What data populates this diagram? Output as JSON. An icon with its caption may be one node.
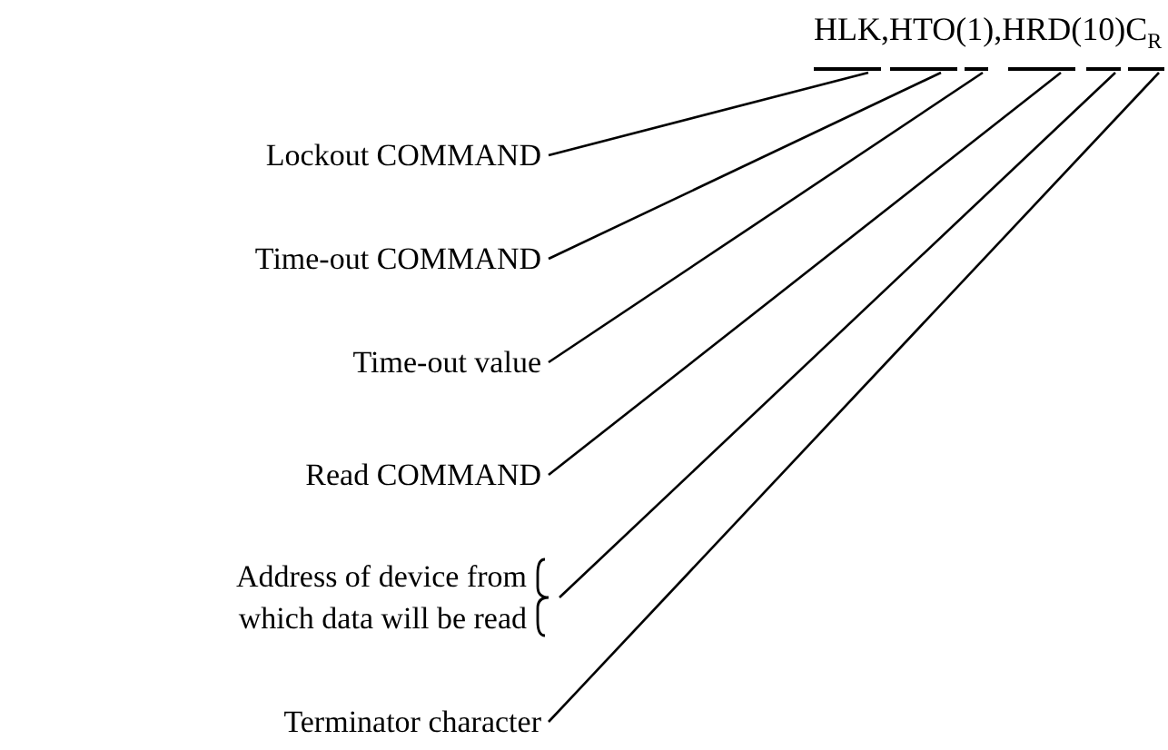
{
  "diagram": {
    "nodes": [
      {
        "text": [],
        "shape": "bar"
      },
      {
        "text": [],
        "shape": "bar"
      },
      {
        "text": [],
        "shape": "bar"
      },
      {
        "text": [],
        "shape": "bar"
      },
      {
        "text": [],
        "shape": "bar"
      },
      {
        "text": [],
        "shape": "bar"
      },
      {
        "text": [
          "Lockout COMMAND"
        ]
      },
      {
        "text": [
          "Time-out COMMAND"
        ]
      },
      {
        "text": [
          "Time-out value"
        ]
      },
      {
        "text": [
          "Read COMMAND"
        ]
      },
      {
        "text": [
          "Address of device from which data will be read"
        ]
      },
      {
        "text": [
          "Terminator character"
        ]
      }
    ],
    "edges": [
      {
        "from": 6,
        "to": 0,
        "arrow": "none"
      },
      {
        "from": 7,
        "to": 1,
        "arrow": "none"
      },
      {
        "from": 8,
        "to": 2,
        "arrow": "none"
      },
      {
        "from": 9,
        "to": 3,
        "arrow": "none"
      },
      {
        "from": 10,
        "to": 4,
        "arrow": "none"
      },
      {
        "from": 11,
        "to": 5,
        "arrow": "none"
      }
    ],
    "labels": [
      "HLK,HTO(1),HRD(10)C$_{R}$"
    ]
  }
}
